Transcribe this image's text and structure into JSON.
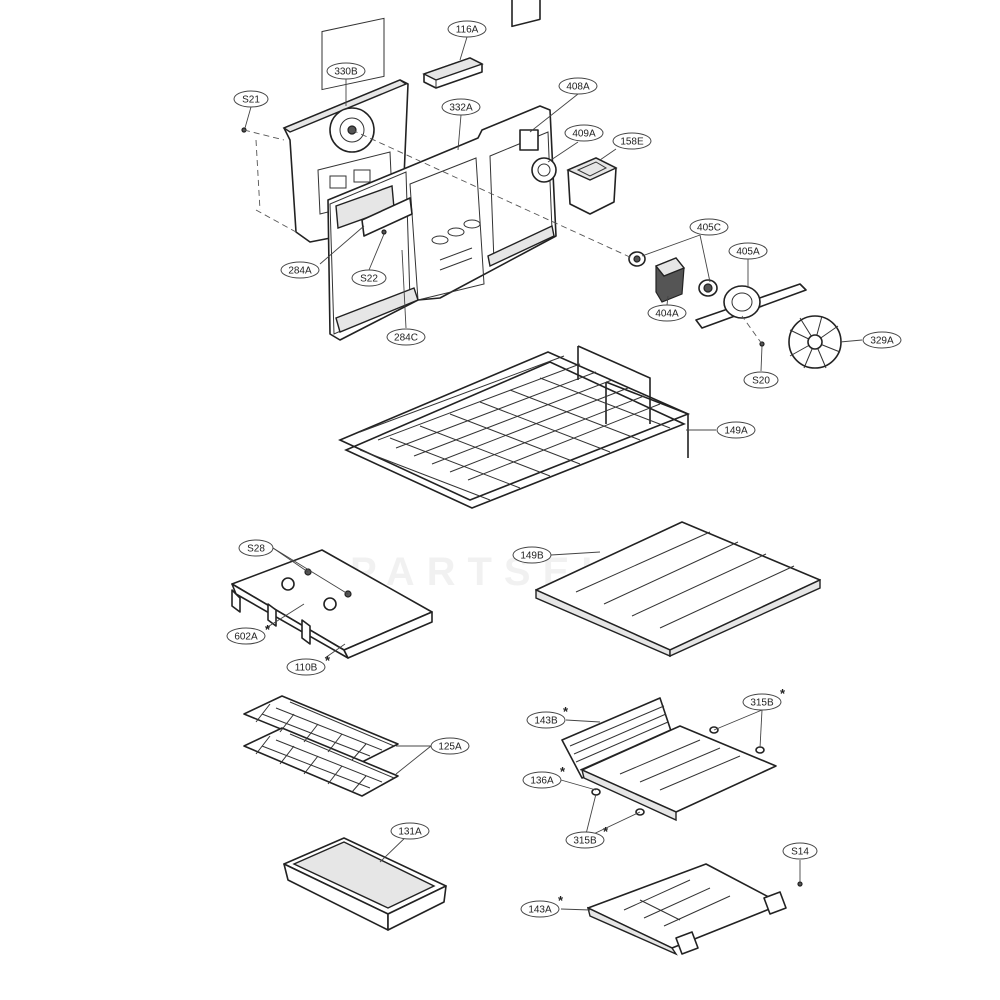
{
  "diagram": {
    "watermark": "PARTSELECT",
    "callouts": {
      "c116A": "116A",
      "c330B": "330B",
      "cS21": "S21",
      "c332A": "332A",
      "c408A": "408A",
      "c409A": "409A",
      "c158E": "158E",
      "c405C": "405C",
      "c405A": "405A",
      "c404A": "404A",
      "c329A": "329A",
      "cS20": "S20",
      "c284A": "284A",
      "cS22": "S22",
      "c284C": "284C",
      "c149A": "149A",
      "cS28": "S28",
      "c149B": "149B",
      "c602A": "602A",
      "c110B": "110B",
      "c125A": "125A",
      "c143B": "143B",
      "c315B_top": "315B",
      "c136A": "136A",
      "c315B_bot": "315B",
      "c131A": "131A",
      "cS14": "S14",
      "c143A": "143A"
    },
    "marker": "*"
  }
}
